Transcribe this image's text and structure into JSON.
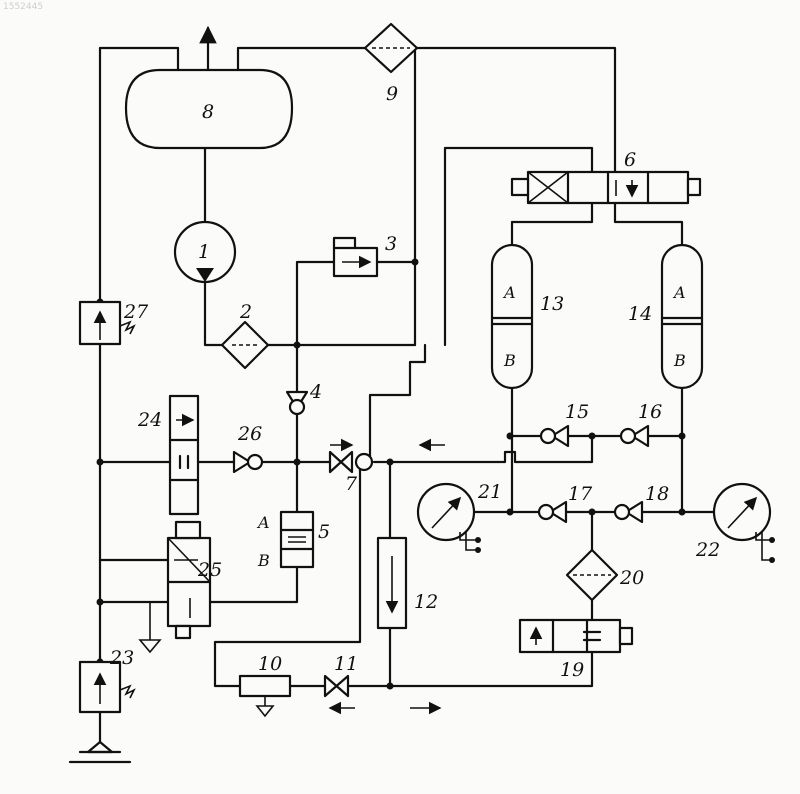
{
  "corner_id": "1552445",
  "labels": {
    "l1": "1",
    "l2": "2",
    "l3": "3",
    "l4": "4",
    "l5": "5",
    "l6": "6",
    "l7": "7",
    "l8": "8",
    "l9": "9",
    "l10": "10",
    "l11": "11",
    "l12": "12",
    "l13": "13",
    "l14": "14",
    "l15": "15",
    "l16": "16",
    "l17": "17",
    "l18": "18",
    "l19": "19",
    "l20": "20",
    "l21": "21",
    "l22": "22",
    "l23": "23",
    "l24": "24",
    "l25": "25",
    "l26": "26",
    "l27": "27"
  },
  "ports": {
    "acc13_a": "A",
    "acc13_b": "B",
    "acc14_a": "A",
    "acc14_b": "B",
    "v5_a": "A",
    "v5_b": "B"
  }
}
